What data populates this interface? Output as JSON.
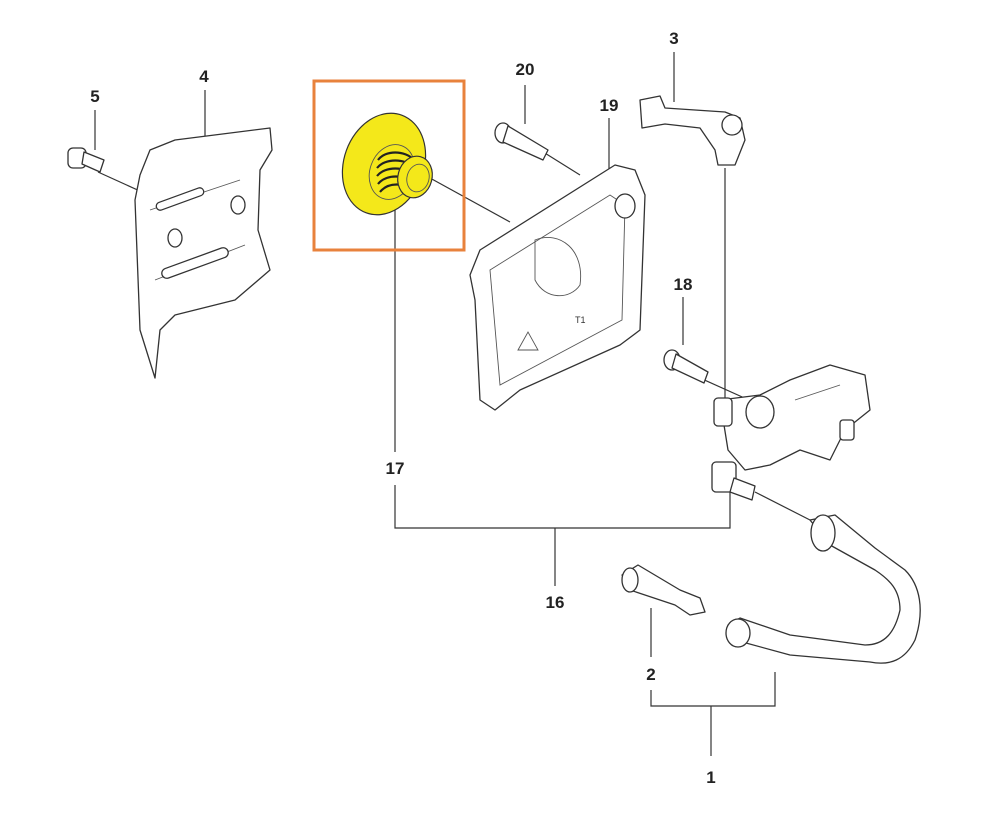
{
  "diagram": {
    "highlight_color": "#E8823C",
    "part_fill": "#F4E81A",
    "callouts": {
      "p5": "5",
      "p4": "4",
      "p20": "20",
      "p3": "3",
      "p19": "19",
      "p18": "18",
      "p17": "17",
      "p16": "16",
      "p2": "2",
      "p1": "1"
    }
  }
}
